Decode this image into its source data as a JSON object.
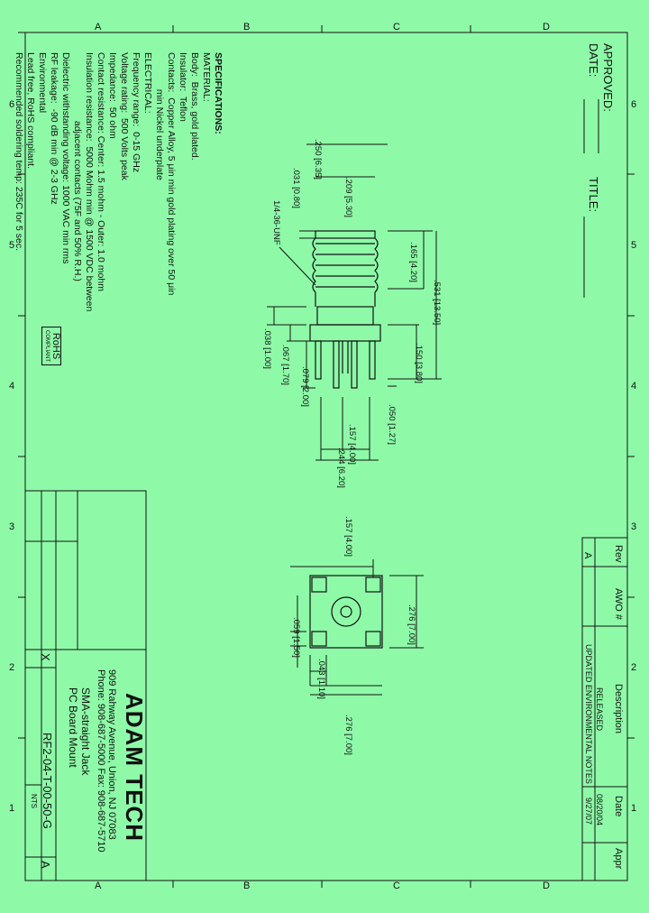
{
  "approval": {
    "approved": "APPROVED:",
    "date": "DATE:",
    "title": "TITLE:"
  },
  "zones_top": [
    "A",
    "B",
    "C",
    "D"
  ],
  "zones_side": [
    "6",
    "5",
    "4",
    "3",
    "2",
    "1"
  ],
  "specifications": {
    "heading": "SPECIFICATIONS:",
    "lines": [
      "MATERIAL:",
      "Body:  Brass, gold plated.",
      "Insulator:  Teflon",
      "Contacts:  Copper Alloy, 5 μin min gold plating over 50 μin",
      "              min Nickel underplate",
      "ELECTRICAL:",
      "Frequency range:  0-15 GHz",
      "Voltage rating:  500 Volts peak",
      "Impedance:  50 ohm",
      "Contact resistance: Center: 1.5 mohm - Outer: 1.0 mohm",
      "Insulation resistance:  5000 Mohm min @ 1500 VDC between",
      "                          adjacent contacts (75F and 50% R.H.)",
      "Dielectric withstanding voltage: 1000 VAC min rms",
      "RF leakage:  -90 dB min @ 2-3 GHz",
      "Environmental",
      "Lead free, RoHS compliant.",
      "Recommended soldering temp: 235C for 5 sec."
    ]
  },
  "rohs": {
    "label": "RoHS",
    "sub": "COMPLIANT"
  },
  "dimensions": {
    "d250": ".250 [6.35]",
    "d209": ".209 [5.30]",
    "d031": ".031 [0.80]",
    "thread": "1/4-36-UNF",
    "d165": ".165 [4.20]",
    "d531": ".531 [13.50]",
    "d150": ".150 [3.80]",
    "d038": ".038 [1.00]",
    "d067": ".067 [1.70]",
    "d079": ".079 [2.00]",
    "d050": ".050 [1.27]",
    "d157": ".157 [4.00]",
    "d244": ".244 [6.20]",
    "d157b": ".157 [4.00]",
    "d276a": ".276 [7.00]",
    "d059": ".059 [1.50]",
    "d043": ".043 [1.10]",
    "d276b": ".276 [7.00]"
  },
  "revision": {
    "headers": [
      "Rev",
      "AWO #",
      "Description",
      "Date",
      "Appr"
    ],
    "rows": [
      {
        "rev": "A",
        "awo": "",
        "desc": "RELEASED",
        "date": "08/20/04",
        "appr": ""
      },
      {
        "rev": "",
        "awo": "",
        "desc": "UPDATED ENVIRONMENTAL NOTES",
        "date": "9/27/07",
        "appr": ""
      }
    ]
  },
  "title_block": {
    "company": "ADAM TECH",
    "address": "909 Rahway Avenue, Union, NJ 07083",
    "phone": "Phone: 908-687-5000 Fax: 908-687-5710",
    "desc1": "SMA-straight Jack",
    "desc2": "PC Board Mount",
    "part_no": "RF2-04-T-00-50-G",
    "rev": "A",
    "x": "X",
    "scale": "NTS"
  }
}
